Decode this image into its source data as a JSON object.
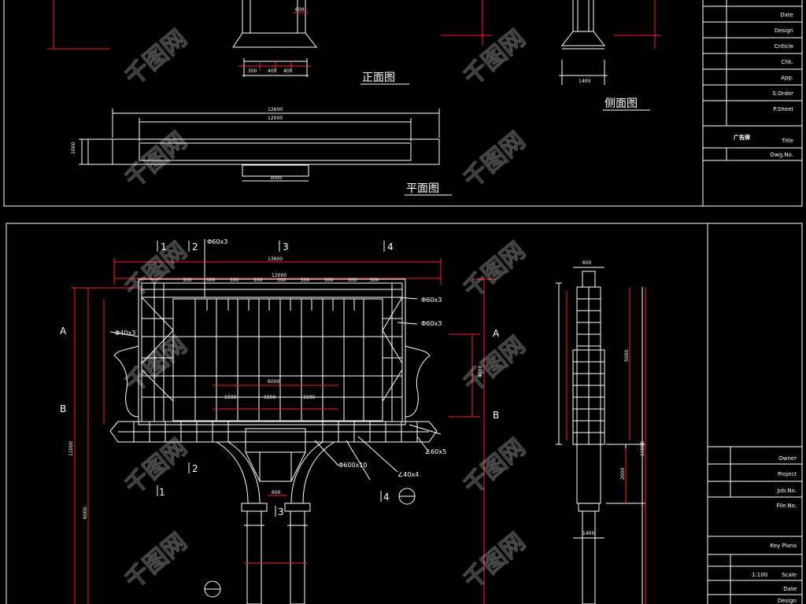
{
  "top_sheet": {
    "front_label": "正面图",
    "side_label": "侧面图",
    "plan_label": "平面图",
    "title_block": {
      "rows": [
        "Date",
        "Design",
        "Criticle",
        "Chk.",
        "App.",
        "S.Order",
        "P.Sheet"
      ],
      "drawing_name": "广告牌",
      "title": "Title",
      "dwg_no": "Dwg.No."
    }
  },
  "bottom_sheet": {
    "grid_cols": [
      "1",
      "2",
      "3",
      "4"
    ],
    "grid_rows": [
      "A",
      "B"
    ],
    "section_marks": [
      "1",
      "2",
      "3",
      "4"
    ],
    "callouts": [
      "Φ60x3",
      "Φ60x3",
      "Φ60x3",
      "Φ40x3",
      "Φ600x10",
      "∠60x5",
      "∠40x4"
    ],
    "title_block": {
      "owner": "Owner",
      "project": "Project",
      "job_no": "Job.No.",
      "file_no": "File.No.",
      "key_plans": "Key Plans",
      "scale_value": "1:100",
      "scale": "Scale",
      "date": "Date",
      "design": "Design"
    }
  },
  "watermark": "千图网",
  "colors": {
    "line": "#ffffff",
    "dimension": "#ff2020",
    "background": "#000000"
  }
}
